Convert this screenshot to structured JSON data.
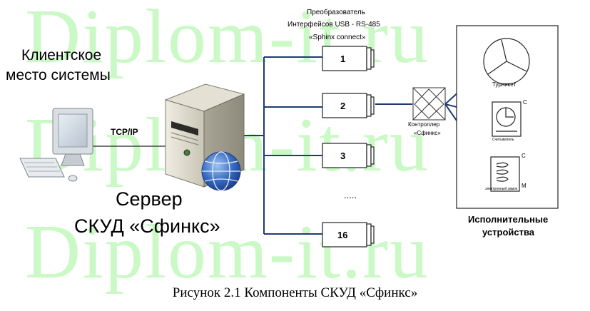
{
  "watermark": {
    "text": "Diplom-it.ru",
    "color": "#b9f7b4"
  },
  "labels": {
    "client_line1": "Клиентское",
    "client_line2": "место системы",
    "tcp_ip": "TCP/IP",
    "server_line1": "Сервер",
    "server_line2": "СКУД «Сфинкс»",
    "converter_line1": "Преобразователь",
    "converter_line2": "Интерфейсов  USB - RS-485",
    "converter_line3": "«Sphinx connect»",
    "controller_line1": "Контроллер",
    "controller_line2": "«Сфинкс»",
    "turnstile": "Турникет",
    "electro_lock": "Считыватель",
    "electromag_lock": "электронный замок",
    "exec_line1": "Исполнительные",
    "exec_line2": "устройства",
    "dev_c1": "С",
    "dev_c2": "С",
    "dev_m": "М"
  },
  "converters": [
    "1",
    "2",
    "3",
    ".....",
    "16"
  ],
  "caption": "Рисунок 2.1 Компоненты СКУД «Сфинкс»",
  "colors": {
    "bus_line": "#1f3b73",
    "server_body": "#d6d2c4",
    "globe": "#2f5fb3"
  },
  "icons": {
    "workstation": "computer-icon",
    "server": "server-tower-icon",
    "globe": "globe-icon",
    "turnstile": "turnstile-icon",
    "reader": "reader-icon",
    "lock": "lock-icon",
    "controller": "controller-icon"
  }
}
